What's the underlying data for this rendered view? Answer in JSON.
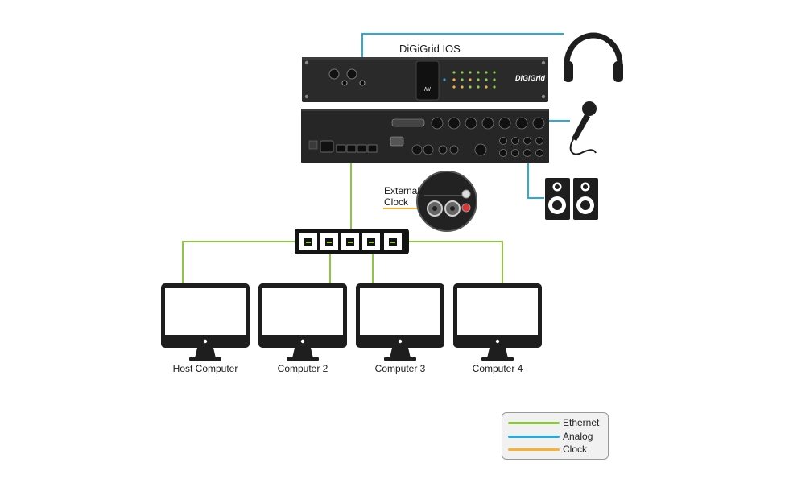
{
  "title": "DiGiGrid IOS",
  "front_panel_brand": "DiGiGrid",
  "external_clock_label_line1": "External",
  "external_clock_label_line2": "Clock",
  "computers": [
    {
      "label": "Host Computer"
    },
    {
      "label": "Computer 2"
    },
    {
      "label": "Computer 3"
    },
    {
      "label": "Computer 4"
    }
  ],
  "legend": [
    {
      "label": "Ethernet",
      "color": "#8dc63f"
    },
    {
      "label": "Analog",
      "color": "#27aae1"
    },
    {
      "label": "Clock",
      "color": "#fbb034"
    }
  ],
  "colors": {
    "ethernet": "#8dc63f",
    "analog": "#27aae1",
    "clock": "#fbb034",
    "device": "#1e1e1e"
  },
  "icons": [
    "headphones-icon",
    "microphone-icon",
    "speakers-icon",
    "network-switch-icon",
    "monitor-icon"
  ]
}
